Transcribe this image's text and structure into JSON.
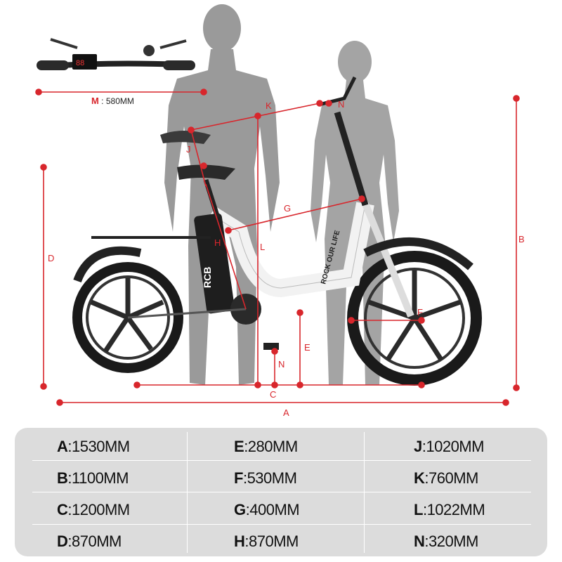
{
  "handlebar": {
    "letter": "M",
    "value": " : 580MM"
  },
  "dimension_labels": [
    "A",
    "B",
    "C",
    "D",
    "E",
    "F",
    "G",
    "H",
    "J",
    "K",
    "L",
    "N",
    "N"
  ],
  "accent_color": "#d8262c",
  "frame_text": "ROCK OUR LIFE",
  "battery_text": "RCB",
  "spec_table": [
    [
      {
        "k": "A",
        "v": ":1530MM"
      },
      {
        "k": "E",
        "v": ":280MM"
      },
      {
        "k": "J",
        "v": ":1020MM"
      }
    ],
    [
      {
        "k": "B",
        "v": ":1100MM"
      },
      {
        "k": "F",
        "v": ":530MM"
      },
      {
        "k": "K",
        "v": ":760MM"
      }
    ],
    [
      {
        "k": "C",
        "v": ":1200MM"
      },
      {
        "k": "G",
        "v": ":400MM"
      },
      {
        "k": "L",
        "v": ":1022MM"
      }
    ],
    [
      {
        "k": "D",
        "v": ":870MM"
      },
      {
        "k": "H",
        "v": ":870MM"
      },
      {
        "k": "N",
        "v": ":320MM"
      }
    ]
  ]
}
